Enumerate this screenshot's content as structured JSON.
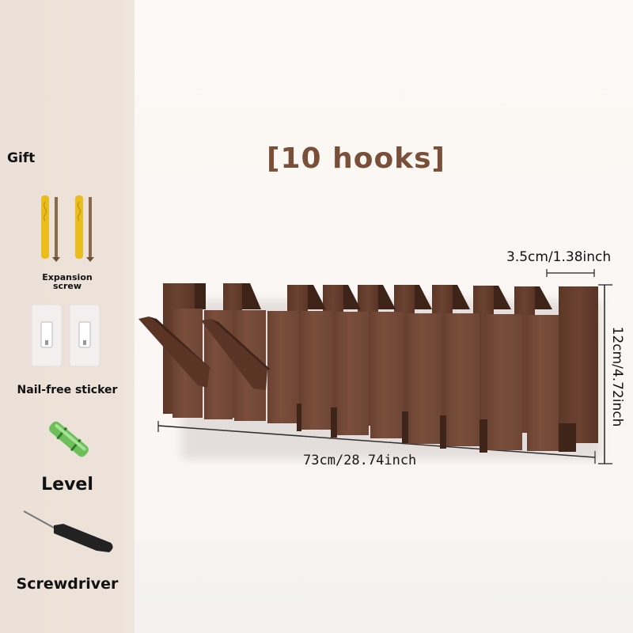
{
  "gift_panel": {
    "heading": "Gift",
    "items": [
      {
        "label_line1": "Expansion",
        "label_line2": "screw",
        "icon": "expansion-screw-icon"
      },
      {
        "label": "Nail-free sticker",
        "icon": "nail-free-sticker-icon"
      },
      {
        "label": "Level",
        "icon": "spirit-level-icon"
      },
      {
        "label": "Screwdriver",
        "icon": "screwdriver-icon"
      }
    ]
  },
  "product": {
    "title": "[10 hooks]",
    "color": "#7a4f3a",
    "dimensions": {
      "hook_width": "3.5cm/1.38inch",
      "height": "12cm/4.72inch",
      "length": "73cm/28.74inch"
    }
  }
}
